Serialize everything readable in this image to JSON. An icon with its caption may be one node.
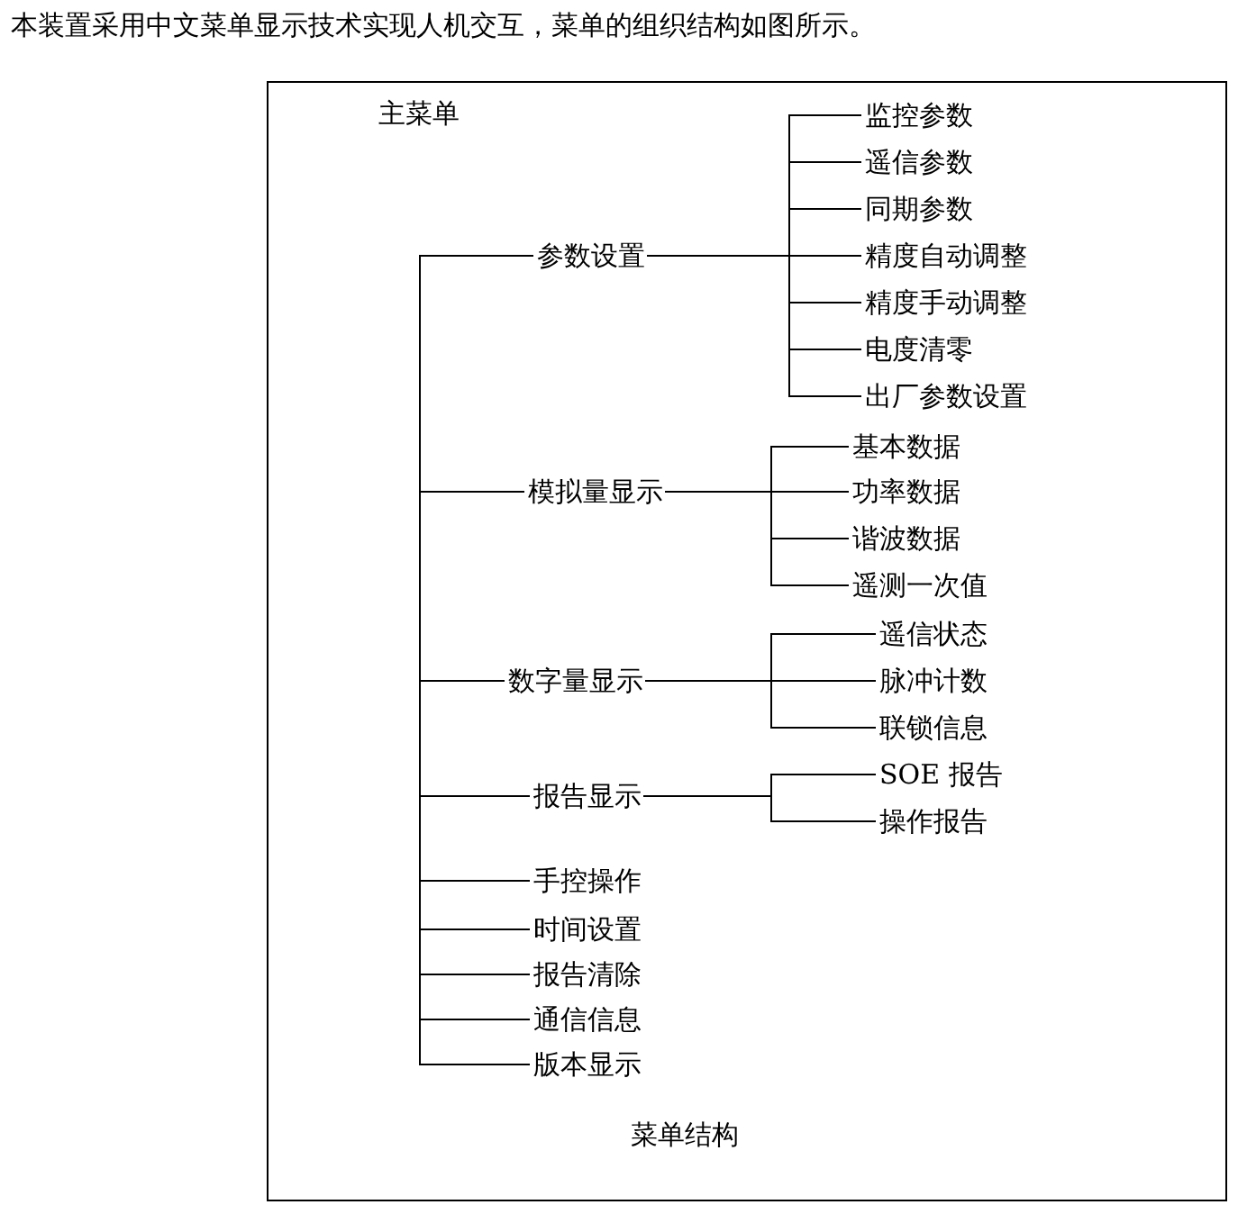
{
  "diagram": {
    "caption": "菜单结构",
    "nodes": [
      {
        "text": [
          "主菜单"
        ]
      },
      {
        "text": [
          "参数设置"
        ]
      },
      {
        "text": [
          "模拟量显示"
        ]
      },
      {
        "text": [
          "数字量显示"
        ]
      },
      {
        "text": [
          "报告显示"
        ]
      },
      {
        "text": [
          "手控操作"
        ]
      },
      {
        "text": [
          "时间设置"
        ]
      },
      {
        "text": [
          "报告清除"
        ]
      },
      {
        "text": [
          "通信信息"
        ]
      },
      {
        "text": [
          "版本显示"
        ]
      },
      {
        "text": [
          "监控参数"
        ]
      },
      {
        "text": [
          "遥信参数"
        ]
      },
      {
        "text": [
          "同期参数"
        ]
      },
      {
        "text": [
          "精度自动调整"
        ]
      },
      {
        "text": [
          "精度手动调整"
        ]
      },
      {
        "text": [
          "电度清零"
        ]
      },
      {
        "text": [
          "出厂参数设置"
        ]
      },
      {
        "text": [
          "基本数据"
        ]
      },
      {
        "text": [
          "功率数据"
        ]
      },
      {
        "text": [
          "谐波数据"
        ]
      },
      {
        "text": [
          "遥测一次值"
        ]
      },
      {
        "text": [
          "遥信状态"
        ]
      },
      {
        "text": [
          "脉冲计数"
        ]
      },
      {
        "text": [
          "联锁信息"
        ]
      },
      {
        "text": [
          "SOE 报告"
        ]
      },
      {
        "text": [
          "操作报告"
        ]
      }
    ],
    "edges": [
      {
        "from": null,
        "to": 1,
        "arrow": "none"
      },
      {
        "from": null,
        "to": 2,
        "arrow": "none"
      },
      {
        "from": null,
        "to": 3,
        "arrow": "none"
      },
      {
        "from": null,
        "to": 4,
        "arrow": "none"
      },
      {
        "from": null,
        "to": 5,
        "arrow": "none"
      },
      {
        "from": null,
        "to": 6,
        "arrow": "none"
      },
      {
        "from": null,
        "to": 7,
        "arrow": "none"
      },
      {
        "from": null,
        "to": 8,
        "arrow": "none"
      },
      {
        "from": null,
        "to": 9,
        "arrow": "none"
      },
      {
        "from": 1,
        "to": 10,
        "arrow": "none"
      },
      {
        "from": 1,
        "to": 11,
        "arrow": "none"
      },
      {
        "from": 1,
        "to": 12,
        "arrow": "none"
      },
      {
        "from": 1,
        "to": 13,
        "arrow": "none"
      },
      {
        "from": 1,
        "to": 14,
        "arrow": "none"
      },
      {
        "from": 1,
        "to": 15,
        "arrow": "none"
      },
      {
        "from": 1,
        "to": 16,
        "arrow": "none"
      },
      {
        "from": 2,
        "to": 17,
        "arrow": "none"
      },
      {
        "from": 2,
        "to": 18,
        "arrow": "none"
      },
      {
        "from": 2,
        "to": 19,
        "arrow": "none"
      },
      {
        "from": 2,
        "to": 20,
        "arrow": "none"
      },
      {
        "from": 3,
        "to": 21,
        "arrow": "none"
      },
      {
        "from": 3,
        "to": 22,
        "arrow": "none"
      },
      {
        "from": 3,
        "to": 23,
        "arrow": "none"
      },
      {
        "from": 4,
        "to": 24,
        "arrow": "none"
      },
      {
        "from": 4,
        "to": 25,
        "arrow": "none"
      }
    ],
    "labels": [
      "本装置采用中文菜单显示技术实现人机交互，菜单的组织结构如图所示。"
    ]
  }
}
